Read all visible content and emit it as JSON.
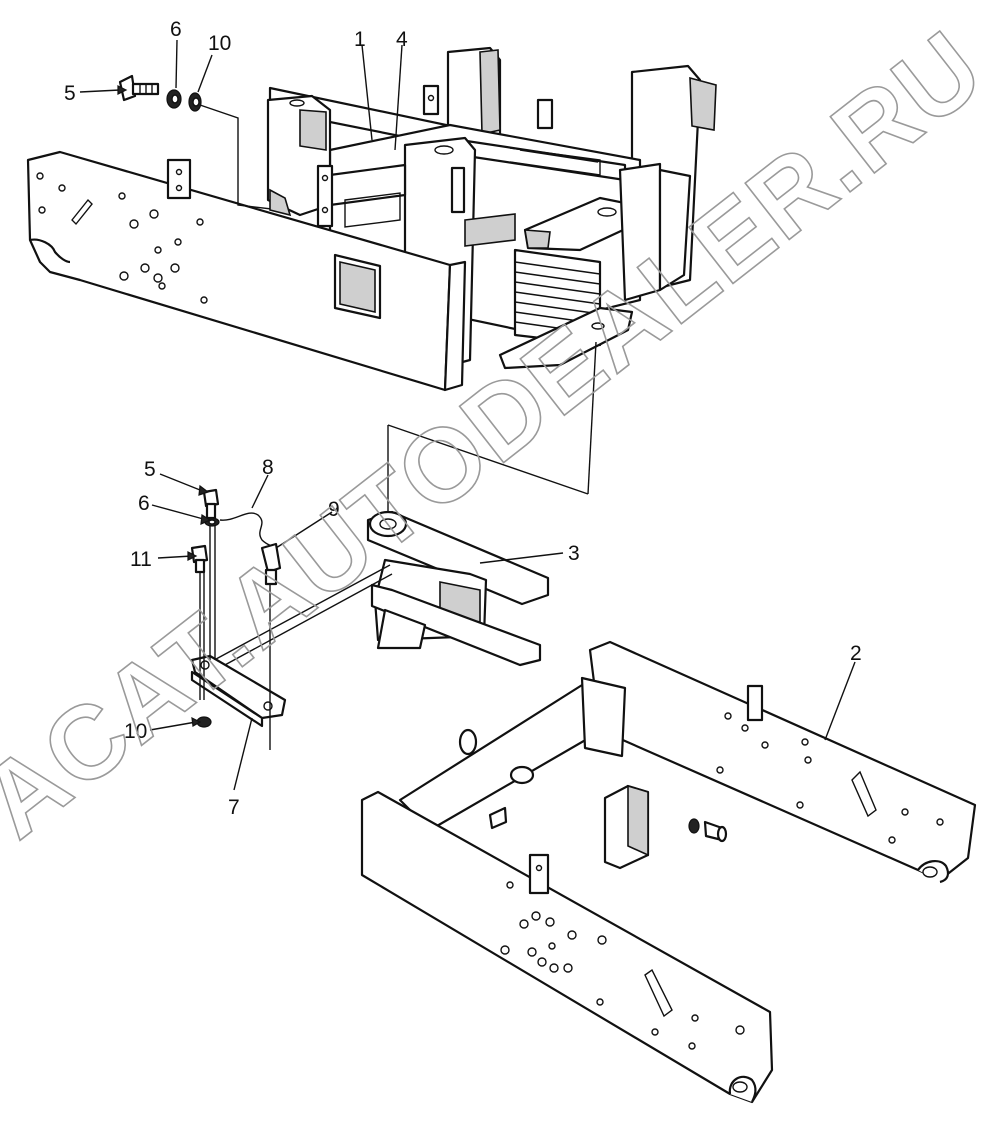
{
  "watermark": "ACAT.AUTODEALER.RU",
  "callouts": [
    {
      "id": "c-1a",
      "text": "1"
    },
    {
      "id": "c-4a",
      "text": "4"
    },
    {
      "id": "c-6a",
      "text": "6"
    },
    {
      "id": "c-10a",
      "text": "10"
    },
    {
      "id": "c-5a",
      "text": "5"
    },
    {
      "id": "c-5b",
      "text": "5"
    },
    {
      "id": "c-8",
      "text": "8"
    },
    {
      "id": "c-6b",
      "text": "6"
    },
    {
      "id": "c-9",
      "text": "9"
    },
    {
      "id": "c-3",
      "text": "3"
    },
    {
      "id": "c-11",
      "text": "11"
    },
    {
      "id": "c-2",
      "text": "2"
    },
    {
      "id": "c-10b",
      "text": "10"
    },
    {
      "id": "c-7",
      "text": "7"
    }
  ]
}
